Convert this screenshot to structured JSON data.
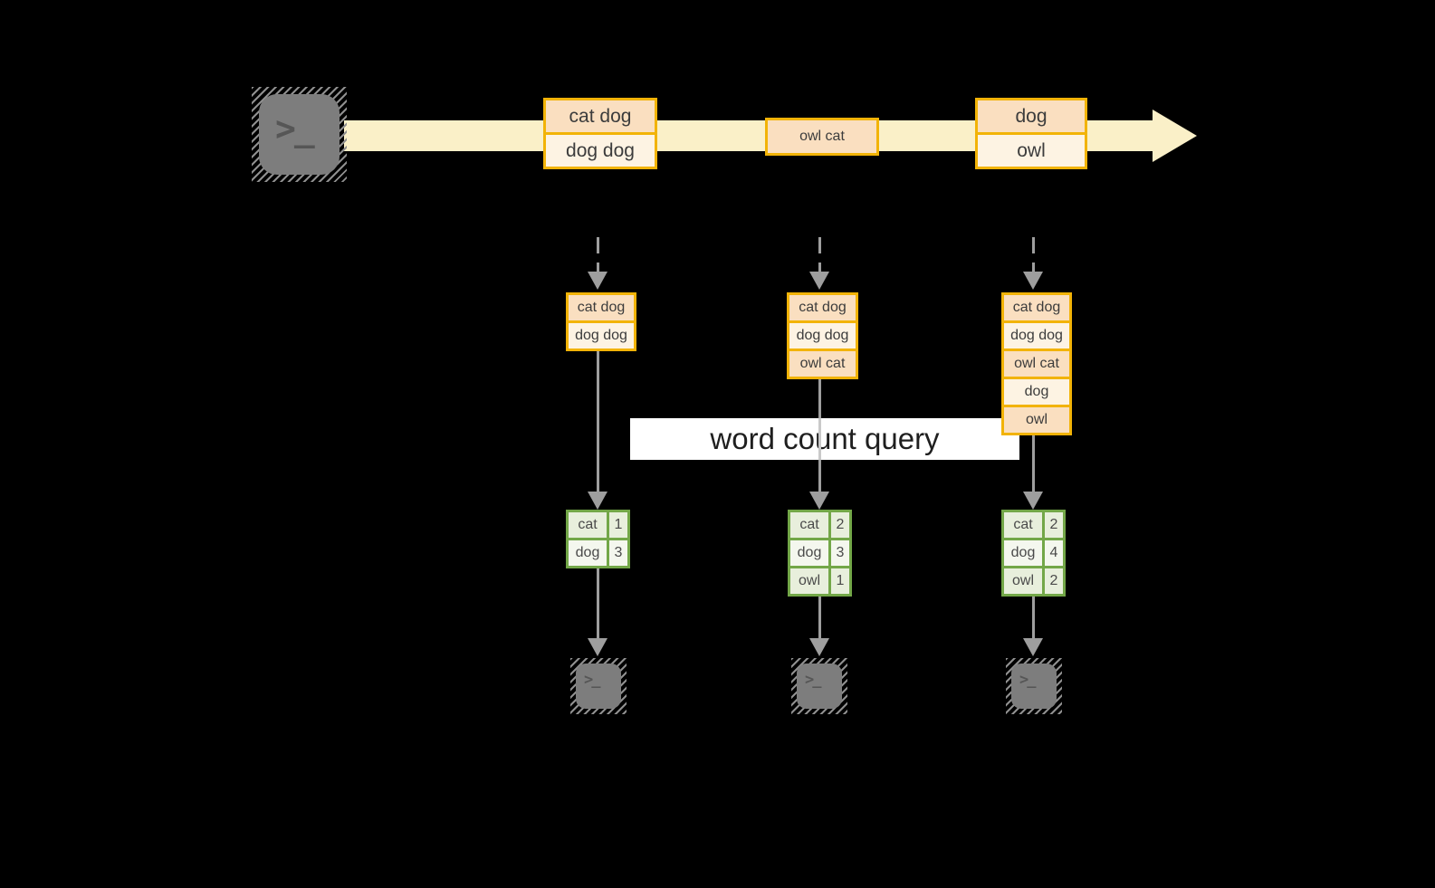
{
  "banner": {
    "label": "word count query"
  },
  "stream": {
    "event_groups": [
      {
        "items": [
          "cat dog",
          "dog dog"
        ]
      },
      {
        "items": [
          "owl cat"
        ]
      },
      {
        "items": [
          "dog",
          "owl"
        ]
      }
    ]
  },
  "micro_batches": [
    {
      "records": [
        "cat dog",
        "dog dog"
      ]
    },
    {
      "records": [
        "cat dog",
        "dog dog",
        "owl cat"
      ]
    },
    {
      "records": [
        "cat dog",
        "dog dog",
        "owl cat",
        "dog",
        "owl"
      ]
    }
  ],
  "count_tables": [
    {
      "rows": [
        {
          "word": "cat",
          "count": "1"
        },
        {
          "word": "dog",
          "count": "3"
        }
      ]
    },
    {
      "rows": [
        {
          "word": "cat",
          "count": "2"
        },
        {
          "word": "dog",
          "count": "3"
        },
        {
          "word": "owl",
          "count": "1"
        }
      ]
    },
    {
      "rows": [
        {
          "word": "cat",
          "count": "2"
        },
        {
          "word": "dog",
          "count": "4"
        },
        {
          "word": "owl",
          "count": "2"
        }
      ]
    }
  ],
  "terminal": {
    "prompt": ">_"
  },
  "colors": {
    "background": "#000000",
    "stream_band": "#FAF0C8",
    "orange_border": "#F2B307",
    "peach_fill": "#FADFC0",
    "cream_fill": "#FDF3E3",
    "green_border": "#73A748",
    "green_fill_dark": "#E8EFDC",
    "green_fill_light": "#F4F7EE",
    "arrow_gray": "#9E9E9E",
    "terminal_gray": "#7D7D7D",
    "banner_bg": "#FFFFFF"
  }
}
